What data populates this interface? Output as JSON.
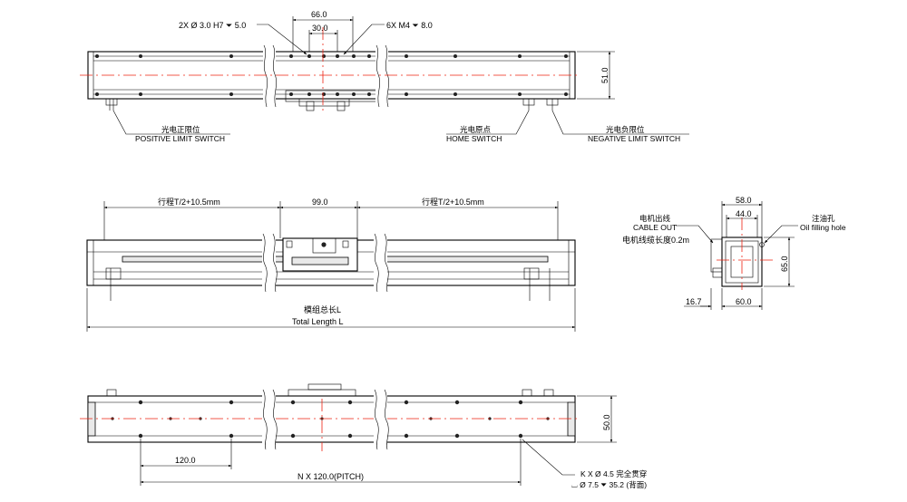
{
  "colors": {
    "line": "#000000",
    "centerline": "#e02010",
    "background": "#ffffff"
  },
  "top_view": {
    "pitch_66": "66.0",
    "pitch_30": "30.0",
    "pin_hole_spec": "2X Ø 3.0 H7 ⏷ 5.0",
    "tap_spec": "6X  M4 ⏷ 8.0",
    "width_51": "51.0",
    "positive_limit_cn": "光电正限位",
    "positive_limit_en": "POSITIVE LIMIT SWITCH",
    "home_cn": "光电原点",
    "home_en": "HOME SWITCH",
    "negative_limit_cn": "光电负限位",
    "negative_limit_en": "NEGATIVE LIMIT SWITCH"
  },
  "front_view": {
    "stroke_left": "行程T/2+10.5mm",
    "carriage_99": "99.0",
    "stroke_right": "行程T/2+10.5mm",
    "total_length_cn": "模组总长L",
    "total_length_en": "Total Length L"
  },
  "end_view": {
    "width_58": "58.0",
    "width_44": "44.0",
    "height_65": "65.0",
    "offset_16_7": "16.7",
    "width_60": "60.0",
    "cable_out_cn": "电机出线",
    "cable_out_en": "CABLE OUT",
    "cable_length": "电机线缆长度0.2m",
    "oil_hole_cn": "注油孔",
    "oil_hole_en": "Oil filling hole"
  },
  "bottom_view": {
    "height_50": "50.0",
    "pitch_120": "120.0",
    "n_pitch": "N X 120.0(PITCH)",
    "through_hole_spec": "K X Ø 4.5 完全贯穿",
    "counterbore_spec": "⌴ Ø 7.5 ⏷ 35.2 (背面)"
  }
}
